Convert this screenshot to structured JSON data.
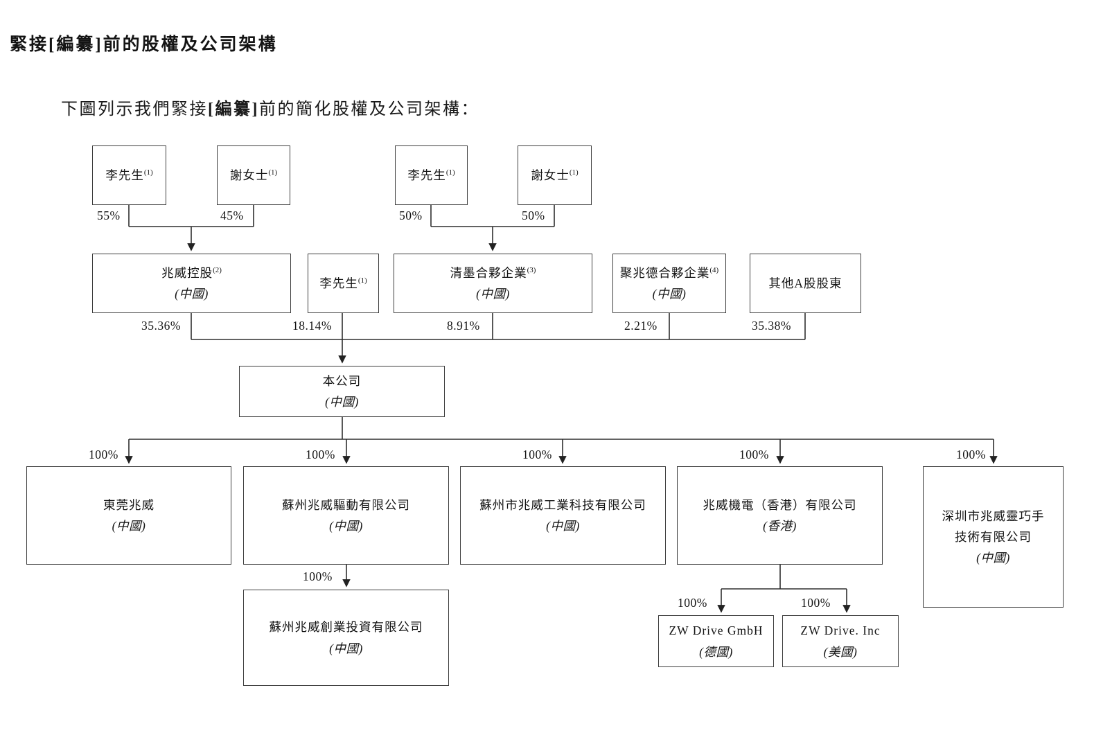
{
  "page": {
    "title": "緊接[編纂]前的股權及公司架構",
    "subtitle": {
      "pre": "下圖列示我們緊接",
      "redacted": "[編纂]",
      "post": "前的簡化股權及公司架構："
    }
  },
  "nodes": {
    "li_top_a": {
      "name": "李先生",
      "sup": "(1)"
    },
    "xie_top_a": {
      "name": "謝女士",
      "sup": "(1)"
    },
    "li_top_b": {
      "name": "李先生",
      "sup": "(1)"
    },
    "xie_top_b": {
      "name": "謝女士",
      "sup": "(1)"
    },
    "zhaowei_holding": {
      "name": "兆威控股",
      "sup": "(2)",
      "country": "(中國)"
    },
    "li_mid": {
      "name": "李先生",
      "sup": "(1)"
    },
    "qingmo": {
      "name": "清墨合夥企業",
      "sup": "(3)",
      "country": "(中國)"
    },
    "juzhaode": {
      "name": "聚兆德合夥企業",
      "sup": "(4)",
      "country": "(中國)"
    },
    "other_a_share": {
      "name": "其他A股股東"
    },
    "company": {
      "name": "本公司",
      "country": "(中國)"
    },
    "dongguan": {
      "name": "東莞兆威",
      "country": "(中國)"
    },
    "suzhou_drive": {
      "name": "蘇州兆威驅動有限公司",
      "country": "(中國)"
    },
    "suzhou_industry": {
      "name": "蘇州市兆威工業科技有限公司",
      "country": "(中國)"
    },
    "hk": {
      "name": "兆威機電（香港）有限公司",
      "country": "(香港)"
    },
    "shenzhen": {
      "name": "深圳市兆威靈巧手",
      "name2": "技術有限公司",
      "country": "(中國)"
    },
    "suzhou_invest": {
      "name": "蘇州兆威創業投資有限公司",
      "country": "(中國)"
    },
    "zw_gmbh": {
      "name": "ZW Drive GmbH",
      "country": "(德國)"
    },
    "zw_inc": {
      "name": "ZW Drive. Inc",
      "country": "(美國)"
    }
  },
  "labels": {
    "pct_li_a": "55%",
    "pct_xie_a": "45%",
    "pct_li_b": "50%",
    "pct_xie_b": "50%",
    "pct_holding": "35.36%",
    "pct_li_mid": "18.14%",
    "pct_qingmo": "8.91%",
    "pct_juzhaode": "2.21%",
    "pct_other": "35.38%",
    "pct_dongguan": "100%",
    "pct_suzhou_drive": "100%",
    "pct_suzhou_industry": "100%",
    "pct_hk": "100%",
    "pct_shenzhen": "100%",
    "pct_suzhou_invest": "100%",
    "pct_zw_gmbh": "100%",
    "pct_zw_inc": "100%"
  }
}
